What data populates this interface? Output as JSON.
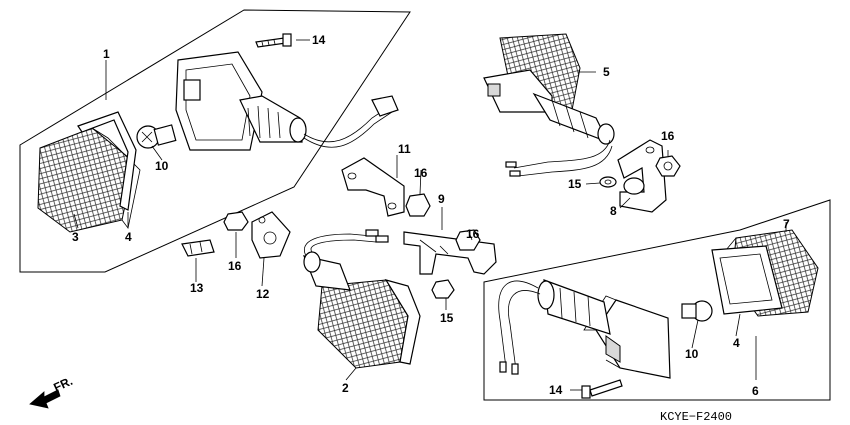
{
  "diagram": {
    "code": "KCYE−F2400",
    "direction": "FR.",
    "callouts": [
      "1",
      "2",
      "3",
      "4",
      "5",
      "6",
      "7",
      "8",
      "9",
      "10",
      "11",
      "12",
      "13",
      "14",
      "15",
      "16"
    ]
  }
}
